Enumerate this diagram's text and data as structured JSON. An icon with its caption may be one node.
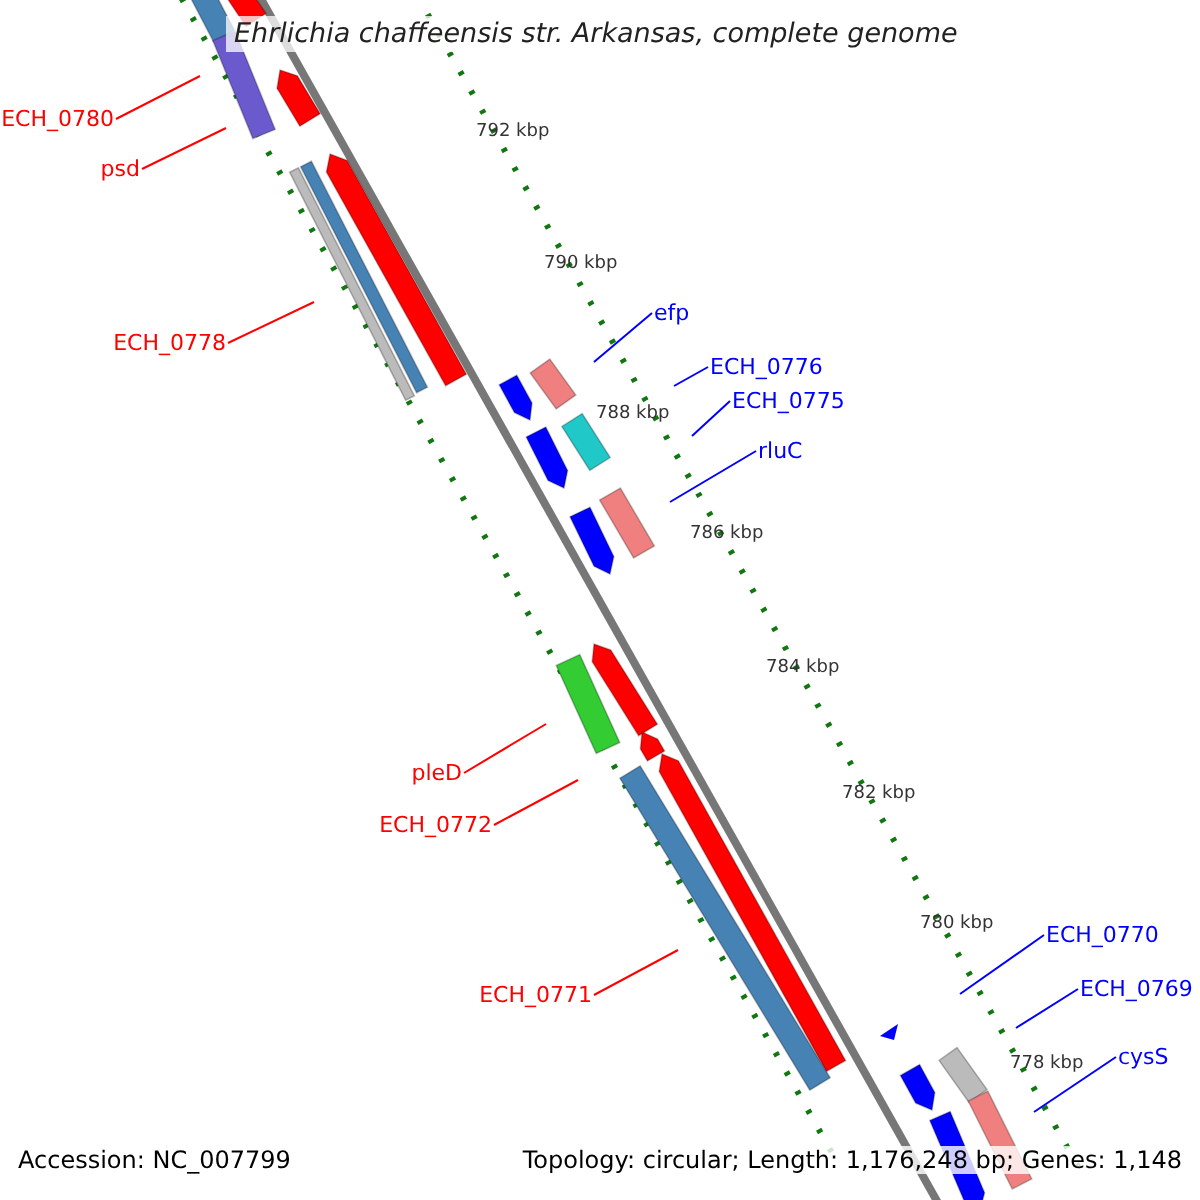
{
  "diagram": {
    "title": "Ehrlichia chaffeensis str. Arkansas, complete genome",
    "nodes": [
      {
        "text": [
          "ECH_0780"
        ]
      },
      {
        "text": [
          "psd"
        ]
      },
      {
        "text": [
          "ECH_0778"
        ]
      },
      {
        "text": [
          "efp"
        ]
      },
      {
        "text": [
          "ECH_0776"
        ]
      },
      {
        "text": [
          "ECH_0775"
        ]
      },
      {
        "text": [
          "rluC"
        ]
      },
      {
        "text": [
          "pleD"
        ]
      },
      {
        "text": [
          "ECH_0772"
        ]
      },
      {
        "text": [
          "ECH_0771"
        ]
      },
      {
        "text": [
          "ECH_0770"
        ]
      },
      {
        "text": [
          "ECH_0769"
        ]
      },
      {
        "text": [
          "cysS"
        ]
      }
    ],
    "edges": [
      {
        "from": 0,
        "to": null,
        "arrow": "none",
        "color": "#ff0000"
      },
      {
        "from": 1,
        "to": null,
        "arrow": "none",
        "color": "#ff0000"
      },
      {
        "from": 2,
        "to": null,
        "arrow": "none",
        "color": "#ff0000"
      },
      {
        "from": 3,
        "to": null,
        "arrow": "none"
      },
      {
        "from": 4,
        "to": null,
        "arrow": "none"
      },
      {
        "from": 5,
        "to": null,
        "arrow": "none"
      },
      {
        "from": 6,
        "to": null,
        "arrow": "none"
      },
      {
        "from": 7,
        "to": null,
        "arrow": "none",
        "color": "#ff0000"
      },
      {
        "from": 8,
        "to": null,
        "arrow": "none",
        "color": "#ff0000"
      },
      {
        "from": 9,
        "to": null,
        "arrow": "none",
        "color": "#ff0000"
      },
      {
        "from": 10,
        "to": null,
        "arrow": "none"
      },
      {
        "from": 11,
        "to": null,
        "arrow": "none"
      },
      {
        "from": 12,
        "to": null,
        "arrow": "none"
      }
    ],
    "labels": [
      "792 kbp",
      "790 kbp",
      "788 kbp",
      "786 kbp",
      "784 kbp",
      "782 kbp",
      "780 kbp",
      "778 kbp",
      "Accession: NC_007799",
      "Topology: circular; Length: 1,176,248 bp; Genes: 1,148"
    ]
  }
}
